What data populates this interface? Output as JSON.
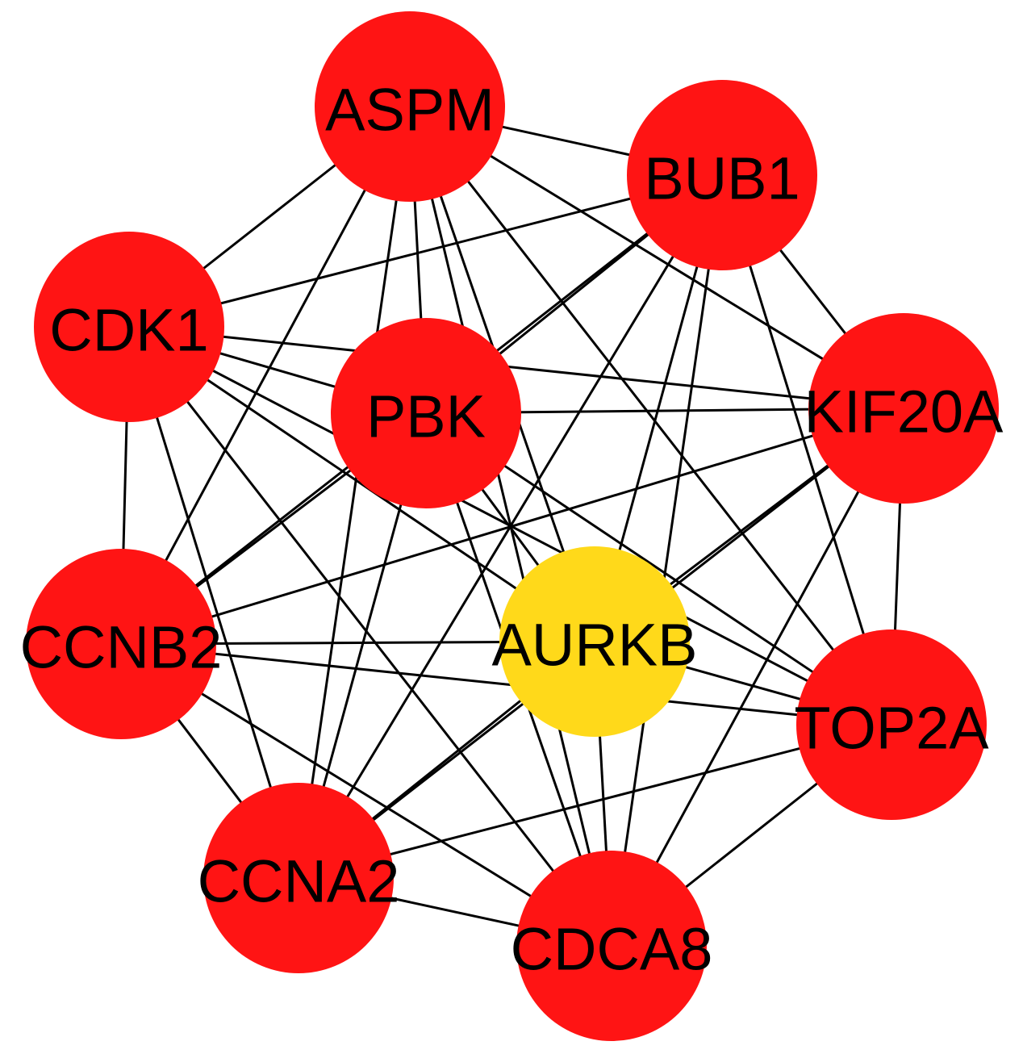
{
  "network": {
    "colors": {
      "default_node": "#FF1414",
      "highlight_node": "#FFD91A",
      "edge": "#000000",
      "label": "#000000"
    },
    "nodes": [
      {
        "id": "ASPM",
        "label": "ASPM",
        "highlighted": false
      },
      {
        "id": "BUB1",
        "label": "BUB1",
        "highlighted": false
      },
      {
        "id": "CDK1",
        "label": "CDK1",
        "highlighted": false
      },
      {
        "id": "PBK",
        "label": "PBK",
        "highlighted": false
      },
      {
        "id": "KIF20A",
        "label": "KIF20A",
        "highlighted": false
      },
      {
        "id": "CCNB2",
        "label": "CCNB2",
        "highlighted": false
      },
      {
        "id": "AURKB",
        "label": "AURKB",
        "highlighted": true
      },
      {
        "id": "TOP2A",
        "label": "TOP2A",
        "highlighted": false
      },
      {
        "id": "CCNA2",
        "label": "CCNA2",
        "highlighted": false
      },
      {
        "id": "CDCA8",
        "label": "CDCA8",
        "highlighted": false
      }
    ],
    "edges": [
      [
        "ASPM",
        "BUB1"
      ],
      [
        "ASPM",
        "CDK1"
      ],
      [
        "ASPM",
        "PBK"
      ],
      [
        "ASPM",
        "KIF20A"
      ],
      [
        "ASPM",
        "CCNB2"
      ],
      [
        "ASPM",
        "AURKB"
      ],
      [
        "ASPM",
        "TOP2A"
      ],
      [
        "ASPM",
        "CCNA2"
      ],
      [
        "ASPM",
        "CDCA8"
      ],
      [
        "BUB1",
        "CDK1"
      ],
      [
        "BUB1",
        "PBK"
      ],
      [
        "BUB1",
        "KIF20A"
      ],
      [
        "BUB1",
        "CCNB2"
      ],
      [
        "BUB1",
        "AURKB"
      ],
      [
        "BUB1",
        "TOP2A"
      ],
      [
        "BUB1",
        "CCNA2"
      ],
      [
        "BUB1",
        "CDCA8"
      ],
      [
        "CDK1",
        "PBK"
      ],
      [
        "CDK1",
        "KIF20A"
      ],
      [
        "CDK1",
        "CCNB2"
      ],
      [
        "CDK1",
        "AURKB"
      ],
      [
        "CDK1",
        "TOP2A"
      ],
      [
        "CDK1",
        "CCNA2"
      ],
      [
        "CDK1",
        "CDCA8"
      ],
      [
        "PBK",
        "KIF20A"
      ],
      [
        "PBK",
        "CCNB2"
      ],
      [
        "PBK",
        "AURKB"
      ],
      [
        "PBK",
        "TOP2A"
      ],
      [
        "PBK",
        "CCNA2"
      ],
      [
        "PBK",
        "CDCA8"
      ],
      [
        "KIF20A",
        "CCNB2"
      ],
      [
        "KIF20A",
        "AURKB"
      ],
      [
        "KIF20A",
        "TOP2A"
      ],
      [
        "KIF20A",
        "CCNA2"
      ],
      [
        "KIF20A",
        "CDCA8"
      ],
      [
        "CCNB2",
        "AURKB"
      ],
      [
        "CCNB2",
        "TOP2A"
      ],
      [
        "CCNB2",
        "CCNA2"
      ],
      [
        "CCNB2",
        "CDCA8"
      ],
      [
        "AURKB",
        "TOP2A"
      ],
      [
        "AURKB",
        "CCNA2"
      ],
      [
        "AURKB",
        "CDCA8"
      ],
      [
        "TOP2A",
        "CCNA2"
      ],
      [
        "TOP2A",
        "CDCA8"
      ],
      [
        "CCNA2",
        "CDCA8"
      ]
    ]
  }
}
